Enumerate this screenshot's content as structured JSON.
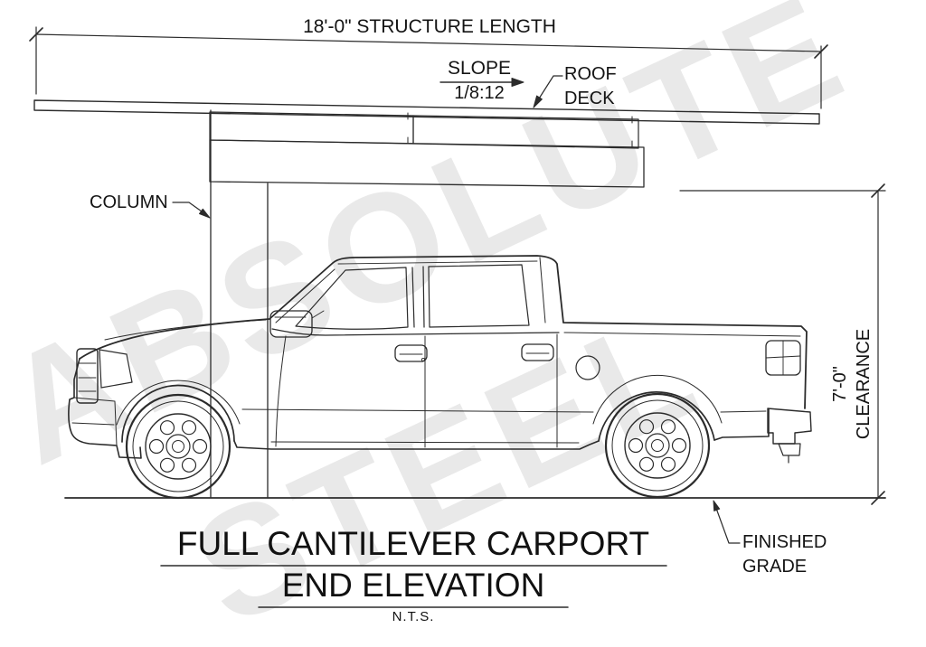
{
  "watermark": {
    "line1": "ABSOLUTE",
    "line2": "STEEL",
    "color": "#e9e9e9"
  },
  "dimensions": {
    "structure_length": "18'-0\" STRUCTURE LENGTH",
    "clearance_value": "7'-0\"",
    "clearance_label": "CLEARANCE"
  },
  "labels": {
    "slope_title": "SLOPE",
    "slope_ratio": "1/8:12",
    "roof_deck": "ROOF\nDECK",
    "column": "COLUMN",
    "finished_grade": "FINISHED\nGRADE"
  },
  "title": {
    "line1": "FULL CANTILEVER CARPORT",
    "line2": "END ELEVATION",
    "scale": "N.T.S."
  },
  "drawing": {
    "line_color": "#2b2b2b",
    "background": "#ffffff"
  }
}
